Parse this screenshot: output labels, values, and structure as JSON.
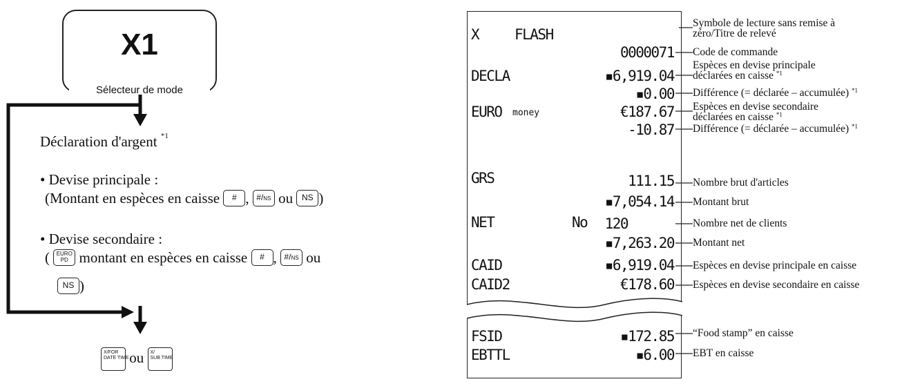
{
  "mode": {
    "title": "X1",
    "label": "Sélecteur de mode"
  },
  "steps": {
    "declaration": "Déclaration d'argent",
    "footnote": "*1",
    "primary_title": "• Devise principale :",
    "primary_desc_start": "(Montant en espèces en caisse",
    "secondary_title": "• Devise secondaire :",
    "secondary_desc": "montant en espèces en caisse",
    "sep": ",",
    "ou": "ou",
    "close": ")",
    "open": "("
  },
  "keys": {
    "hash": "#",
    "hash_ns_top": "#",
    "hash_ns_bottom": "NS",
    "ns": "NS",
    "euro_top": "EURO",
    "euro_bottom": "PD",
    "xdate_a": "X/FOR",
    "xdate_b": "DATE TIME",
    "xsub_a": "X/",
    "xsub_b": "SUB TIME"
  },
  "receipt": {
    "header_left": "X",
    "header_title": "FLASH",
    "code": "0000071",
    "rows": [
      {
        "label": "DECLA",
        "value": "▪6,919.04"
      },
      {
        "label": "",
        "value": "▪0.00"
      },
      {
        "label": "EURO",
        "small": "money",
        "value": "€187.67"
      },
      {
        "label": "",
        "value": "-10.87"
      },
      {
        "label": "GRS",
        "value": "111.15"
      },
      {
        "label": "",
        "value": "▪7,054.14"
      },
      {
        "label": "NET",
        "mid": "No",
        "value": "120"
      },
      {
        "label": "",
        "value": "▪7,263.20"
      },
      {
        "label": "CAID",
        "value": "▪6,919.04"
      },
      {
        "label": "CAID2",
        "value": "€178.60"
      },
      {
        "label": "FSID",
        "value": "▪172.85"
      },
      {
        "label": "EBTTL",
        "value": "▪6.00"
      }
    ]
  },
  "annotations": [
    {
      "line1": "Symbole de lecture sans remise à",
      "line2": "zéro/Titre de relevé"
    },
    {
      "line1": "Code de commande"
    },
    {
      "line1": "Espèces en devise principale",
      "line2": "déclarées en caisse",
      "note": "*1"
    },
    {
      "line1": "Différence (= déclarée – accumulée)",
      "note": "*1"
    },
    {
      "line1": "Espèces en devise secondaire",
      "line2": "déclarées en caisse",
      "note": "*1"
    },
    {
      "line1": "Différence (= déclarée – accumulée)",
      "note": "*1"
    },
    {
      "line1": "Nombre brut d'articles"
    },
    {
      "line1": "Montant brut"
    },
    {
      "line1": "Nombre net de clients"
    },
    {
      "line1": "Montant net"
    },
    {
      "line1": "Espèces en devise principale en caisse"
    },
    {
      "line1": "Espèces en devise secondaire en caisse"
    },
    {
      "line1": "“Food stamp” en caisse"
    },
    {
      "line1": "EBT en caisse"
    }
  ]
}
